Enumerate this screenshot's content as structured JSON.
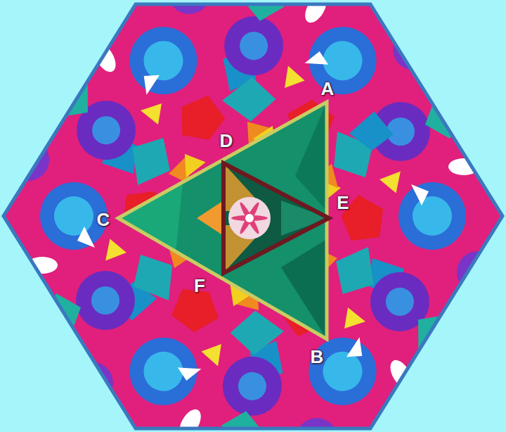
{
  "diagram": {
    "labels": [
      "A",
      "D",
      "E",
      "C",
      "F",
      "B"
    ]
  }
}
